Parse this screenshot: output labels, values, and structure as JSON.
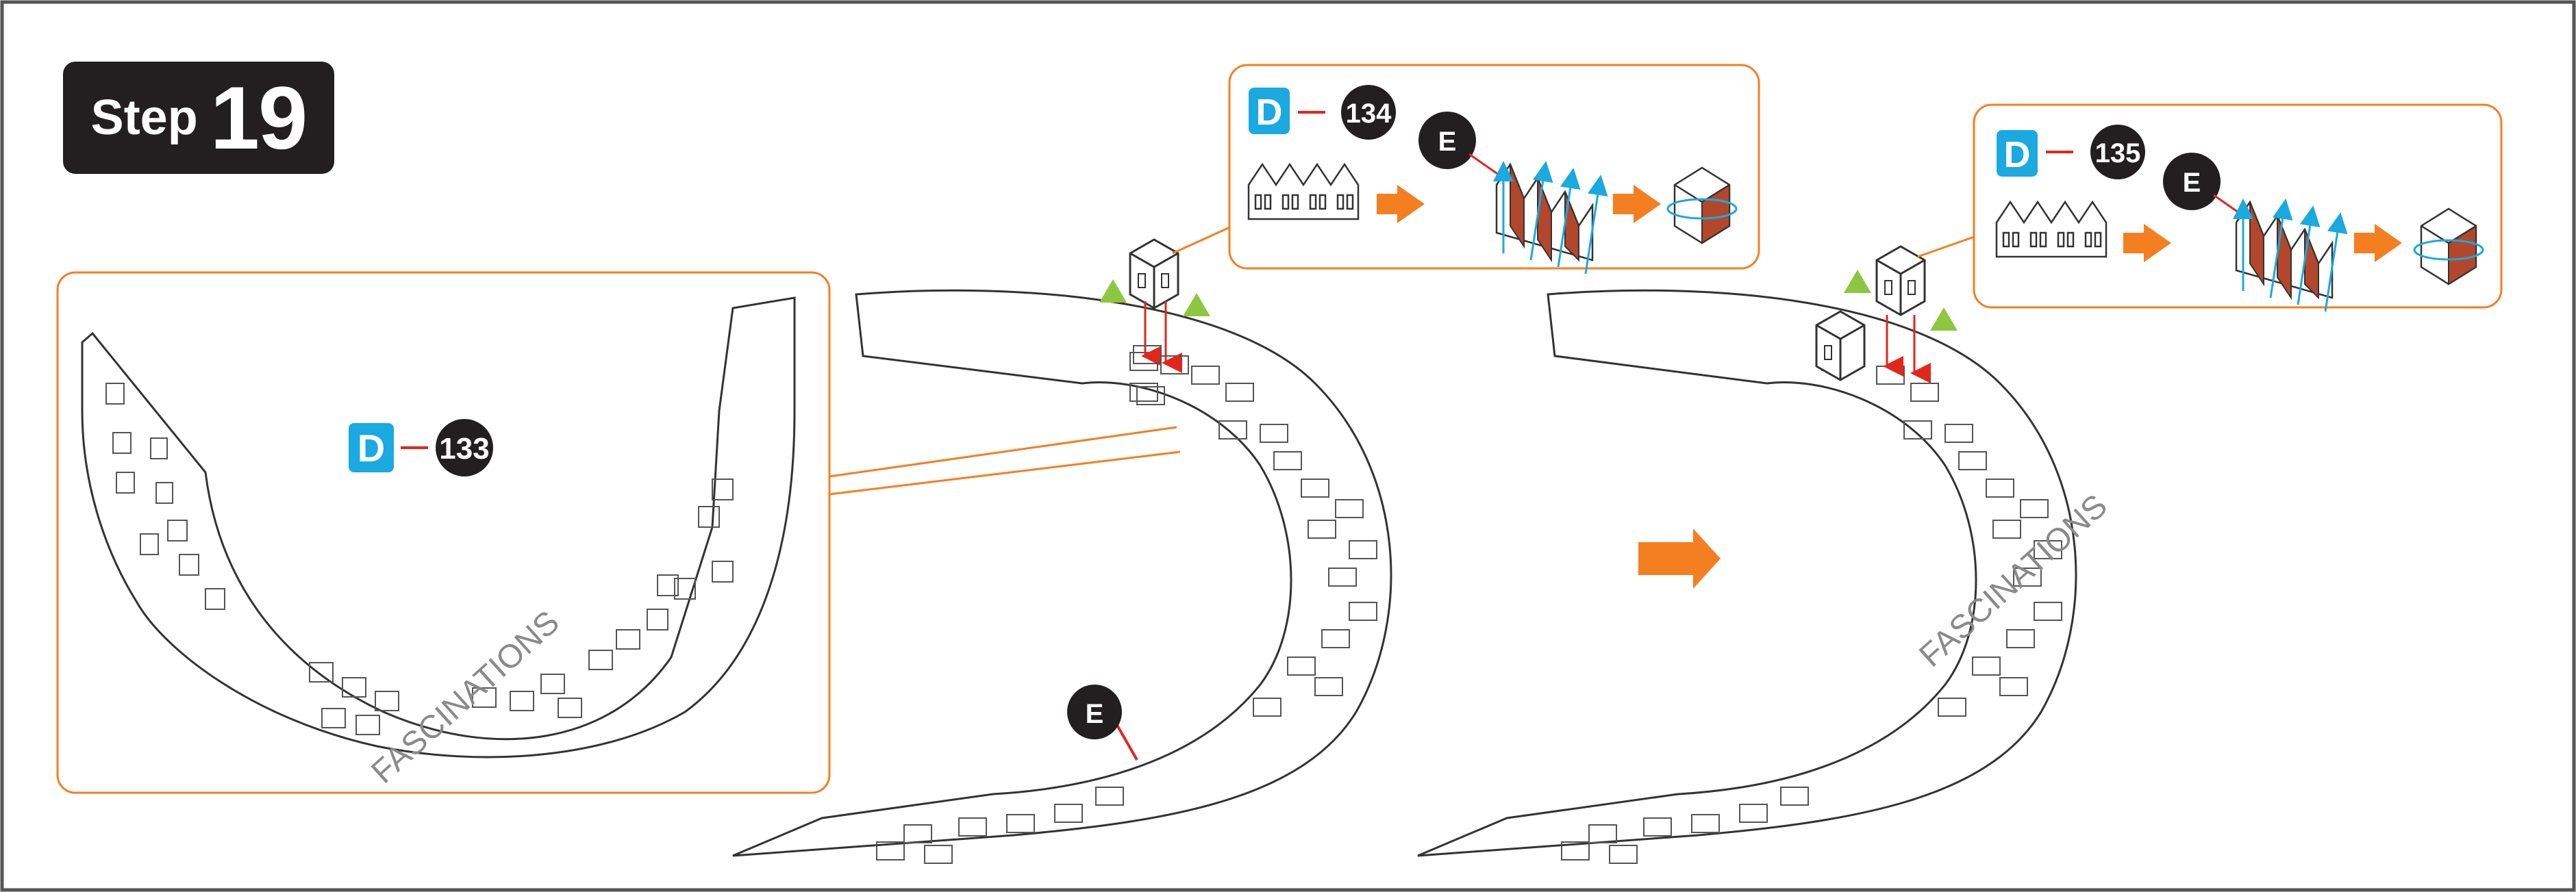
{
  "step": {
    "word": "Step",
    "number": "19"
  },
  "labels": {
    "inset_part": "D",
    "inset_num": "133",
    "callout1_part": "D",
    "callout1_num": "134",
    "callout1_e": "E",
    "callout2_part": "D",
    "callout2_num": "135",
    "callout2_e": "E",
    "base_e": "E",
    "brand_inset": "FASCINATIONS",
    "brand_right": "FASCINATIONS"
  },
  "colors": {
    "orange": "#f47f20",
    "cyan": "#1aa9e0",
    "black": "#231f20",
    "green": "#8dc63f",
    "red": "#e2261c",
    "brick": "#b3472b",
    "line": "#333333",
    "frame": "#555555"
  }
}
